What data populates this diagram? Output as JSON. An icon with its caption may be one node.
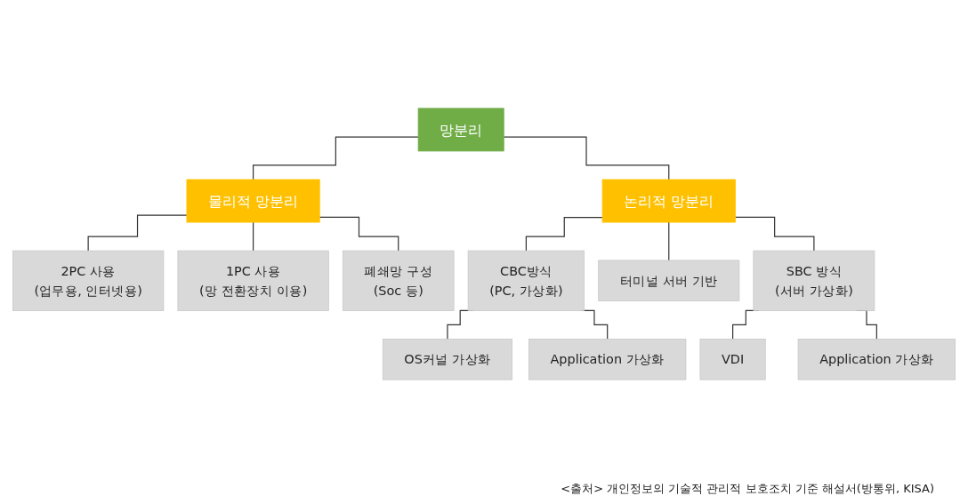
{
  "diagram": {
    "caption": "<출처> 개인정보의 기술적 관리적 보호조치 기준 해설서(방통위, KISA)",
    "nodes": [
      {
        "text": [
          "망분리"
        ]
      },
      {
        "text": [
          "물리적 망분리"
        ]
      },
      {
        "text": [
          "논리적 망분리"
        ]
      },
      {
        "text": [
          "2PC 사용",
          "(업무용, 인터넷용)"
        ]
      },
      {
        "text": [
          "1PC 사용",
          "(망 전환장치 이용)"
        ]
      },
      {
        "text": [
          "폐쇄망 구성",
          "(Soc 등)"
        ]
      },
      {
        "text": [
          "CBC방식",
          "(PC, 가상화)"
        ]
      },
      {
        "text": [
          "터미널 서버 기반"
        ]
      },
      {
        "text": [
          "SBC 방식",
          "(서버 가상화)"
        ]
      },
      {
        "text": [
          "OS커널 가상화"
        ]
      },
      {
        "text": [
          "Application 가상화"
        ]
      },
      {
        "text": [
          "VDI"
        ]
      },
      {
        "text": [
          "Application 가상화"
        ]
      }
    ],
    "edges": [
      {
        "from": 0,
        "to": 1,
        "arrow": "none"
      },
      {
        "from": 0,
        "to": 2,
        "arrow": "none"
      },
      {
        "from": 1,
        "to": 3,
        "arrow": "none"
      },
      {
        "from": 1,
        "to": 4,
        "arrow": "none"
      },
      {
        "from": 1,
        "to": 5,
        "arrow": "none"
      },
      {
        "from": 2,
        "to": 6,
        "arrow": "none"
      },
      {
        "from": 2,
        "to": 7,
        "arrow": "none"
      },
      {
        "from": 2,
        "to": 8,
        "arrow": "none"
      },
      {
        "from": 6,
        "to": 9,
        "arrow": "none"
      },
      {
        "from": 6,
        "to": 10,
        "arrow": "none"
      },
      {
        "from": 8,
        "to": 11,
        "arrow": "none"
      },
      {
        "from": 8,
        "to": 12,
        "arrow": "none"
      }
    ]
  }
}
